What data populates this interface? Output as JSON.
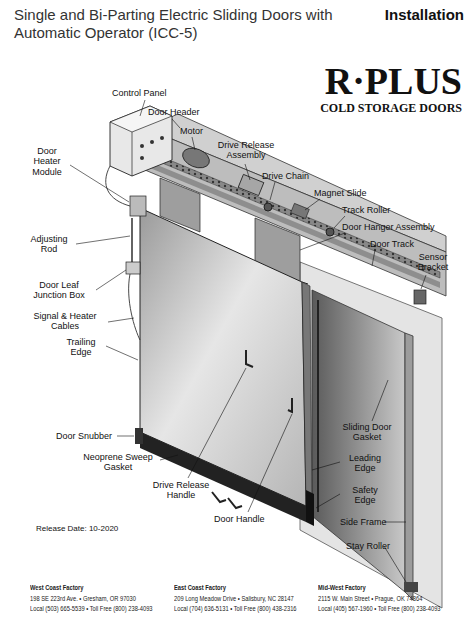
{
  "diagram": {
    "title": "Single and Bi-Parting Electric Sliding Doors with Automatic Operator (ICC-5)",
    "labels": [
      "Installation",
      "R·PLUS",
      "COLD STORAGE DOORS",
      "Control Panel",
      "Door Header",
      "Motor",
      "Drive Release Assembly",
      "Door Heater Module",
      "Drive Chain",
      "Magnet Slide",
      "Track Roller",
      "Door Hanger Assembly",
      "Door Track",
      "Adjusting Rod",
      "Sensor Bracket",
      "Door Leaf Junction Box",
      "Signal & Heater Cables",
      "Trailing Edge",
      "Door Snubber",
      "Sliding Door Gasket",
      "Neoprene Sweep Gasket",
      "Leading Edge",
      "Drive Release Handle",
      "Safety Edge",
      "Door Handle",
      "Side Frame",
      "Release Date: 10-2020",
      "Stay Roller",
      "West Coast Factory",
      "198 SE 223rd Ave. • Gresham, OR 97030",
      "Local (503) 665-5539 • Toll Free (800) 238-4093",
      "East Coast Factory",
      "209 Long Meadow Drive • Salisbury, NC 28147",
      "Local (704) 636-5131 • Toll Free (800) 438-2316",
      "Mid-West Factory",
      "2115 W. Main Street • Prague, OK 74864",
      "Local (405) 567-1960 • Toll Free (800) 238-4093"
    ]
  }
}
